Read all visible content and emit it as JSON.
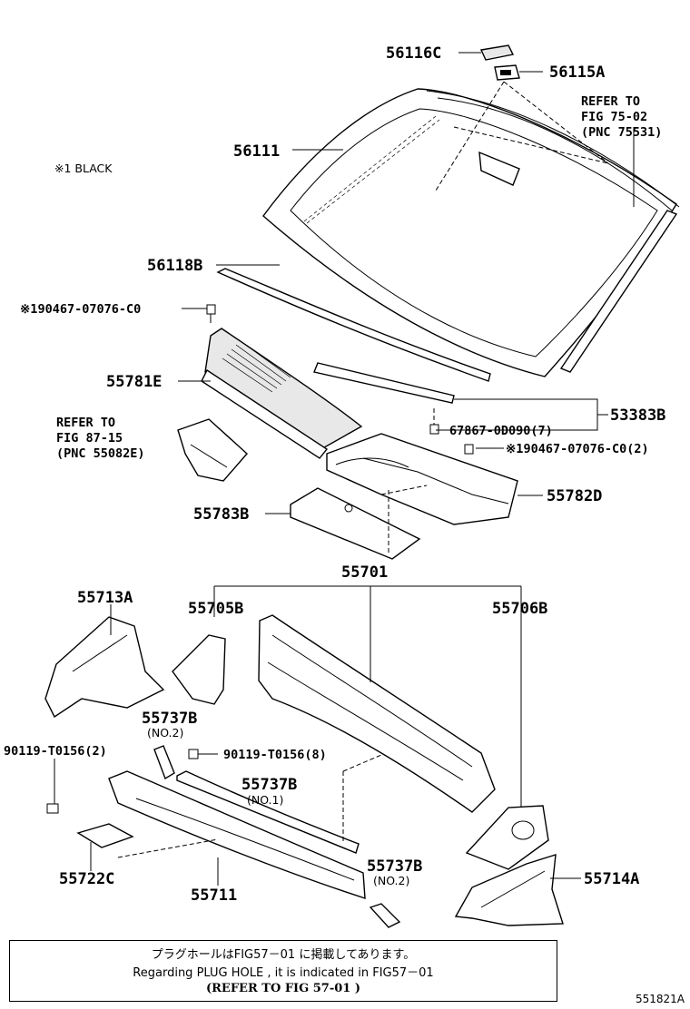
{
  "labels": {
    "p56116c": "56116C",
    "p56115a": "56115A",
    "refer1_l1": "REFER TO",
    "refer1_l2": "FIG 75-02",
    "refer1_l3": "(PNC 75531)",
    "p56111": "56111",
    "black_note": "※1 BLACK",
    "p56118b": "56118B",
    "clip_left": "※190467-07076-C0",
    "p55781e": "55781E",
    "p53383b": "53383B",
    "p67867": "67867-0D090(7)",
    "clip_right": "※190467-07076-C0(2)",
    "refer2_l1": "REFER TO",
    "refer2_l2": "FIG 87-15",
    "refer2_l3": "(PNC 55082E)",
    "p55782d": "55782D",
    "p55783b": "55783B",
    "p55701": "55701",
    "p55713a": "55713A",
    "p55705b": "55705B",
    "p55706b": "55706B",
    "p55737b_a": "55737B",
    "no2_a": "(NO.2)",
    "p90119_l": "90119-T0156(2)",
    "p90119_r": "90119-T0156(8)",
    "p55737b_b": "55737B",
    "no1": "(NO.1)",
    "p55737b_c": "55737B",
    "no2_b": "(NO.2)",
    "p55722c": "55722C",
    "p55711": "55711",
    "p55714a": "55714A"
  },
  "note": {
    "line1": "プラグホールはFIG57－01 に掲載してあります。",
    "line2": "Regarding PLUG HOLE , it is indicated in FIG57－01",
    "line3": "(REFER TO FIG  57-01 )"
  },
  "figure_id": "551821A"
}
